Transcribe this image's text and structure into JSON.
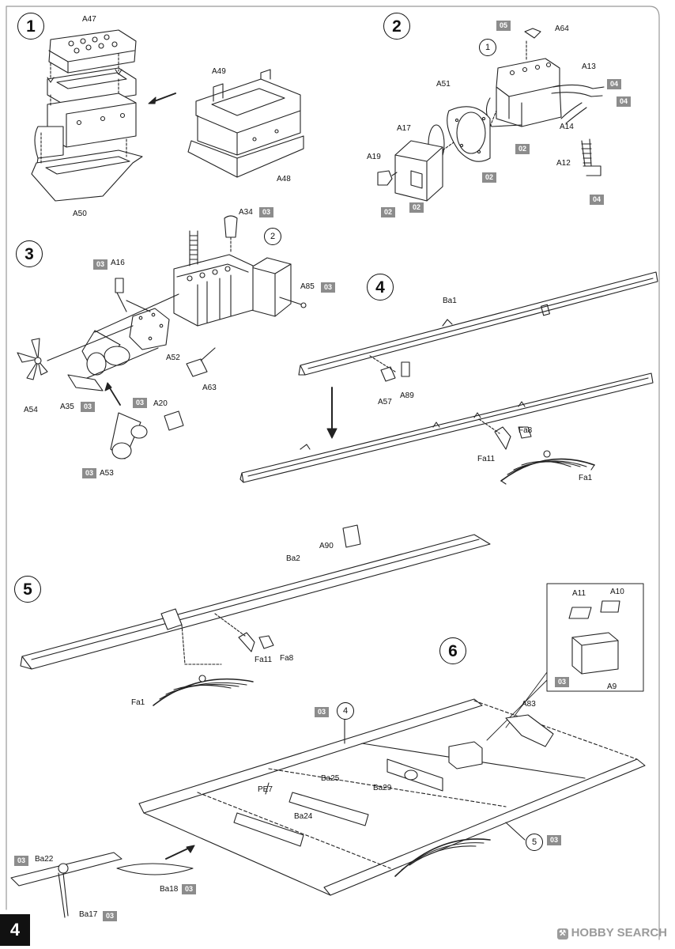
{
  "page": {
    "number": "4"
  },
  "steps": [
    "1",
    "2",
    "3",
    "4",
    "5",
    "6"
  ],
  "part_labels": [
    "A47",
    "A49",
    "A48",
    "A50",
    "A64",
    "A13",
    "A51",
    "A17",
    "A14",
    "A12",
    "A19",
    "A34",
    "A16",
    "A85",
    "A52",
    "A54",
    "A35",
    "A63",
    "A20",
    "A53",
    "Ba1",
    "A89",
    "A57",
    "Fa8",
    "Fa11",
    "Fa1",
    "A90",
    "Ba2",
    "Fa11",
    "Fa8",
    "Fa1",
    "A11",
    "A10",
    "A9",
    "A83",
    "Ba25",
    "Ba29",
    "PE7",
    "Ba24",
    "Ba22",
    "Ba18",
    "Ba17"
  ],
  "ref_markers": [
    "1",
    "2",
    "4",
    "5"
  ],
  "paint_tags": [
    "05",
    "04",
    "04",
    "02",
    "02",
    "02",
    "04",
    "02",
    "02",
    "03",
    "03",
    "03",
    "03",
    "03",
    "03",
    "03",
    "03",
    "03",
    "03",
    "03",
    "03",
    "03"
  ],
  "watermark": {
    "icon": "hobby-search-logo-icon",
    "text": "HOBBY SEARCH"
  }
}
